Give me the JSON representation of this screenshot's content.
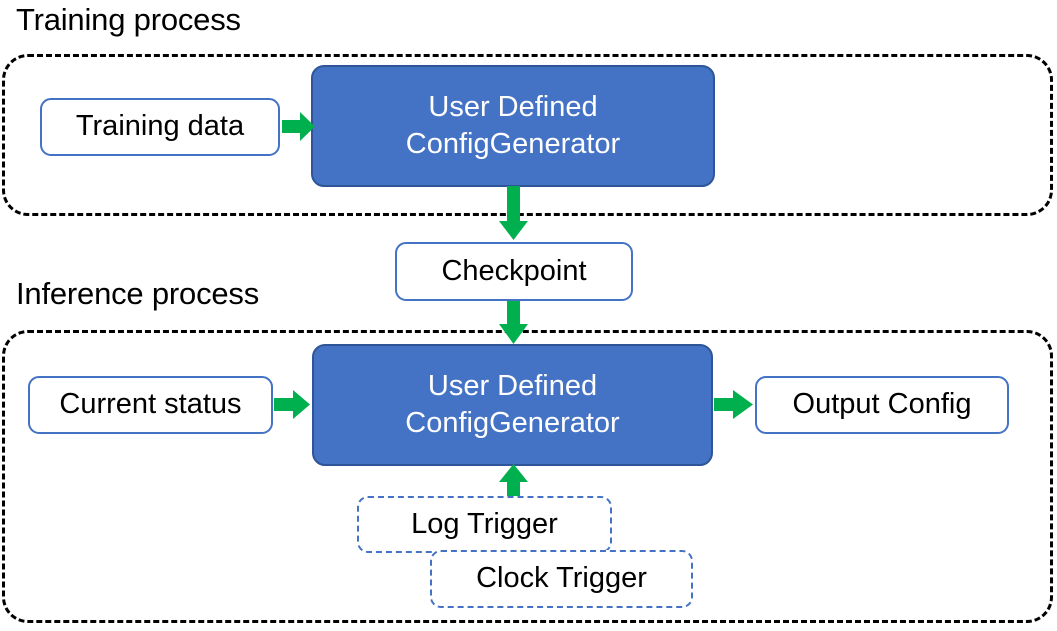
{
  "diagram": {
    "title_training": "Training process",
    "title_inference": "Inference process",
    "colors": {
      "process_fill": "#4472C4",
      "process_border": "#2E5597",
      "data_border": "#4472C4",
      "arrow_green": "#00B04F",
      "group_border": "#000000",
      "process_text": "#FFFFFF",
      "body_text": "#000000",
      "background": "#FFFFFF"
    }
  },
  "training": {
    "input_box": "Training data",
    "process_line1": "User Defined",
    "process_line2": "ConfigGenerator"
  },
  "checkpoint": {
    "label": "Checkpoint"
  },
  "inference": {
    "input_box": "Current status",
    "process_line1": "User Defined",
    "process_line2": "ConfigGenerator",
    "output_box": "Output Config",
    "triggers": [
      {
        "label": "Log Trigger"
      },
      {
        "label": "Clock Trigger"
      }
    ]
  },
  "edges": [
    {
      "name": "training-data-to-generator",
      "from": "Training data",
      "to": "User Defined ConfigGenerator",
      "direction": "right"
    },
    {
      "name": "training-generator-to-checkpoint",
      "from": "User Defined ConfigGenerator",
      "to": "Checkpoint",
      "direction": "down"
    },
    {
      "name": "checkpoint-to-inference-generator",
      "from": "Checkpoint",
      "to": "User Defined ConfigGenerator",
      "direction": "down"
    },
    {
      "name": "current-status-to-generator",
      "from": "Current status",
      "to": "User Defined ConfigGenerator",
      "direction": "right"
    },
    {
      "name": "generator-to-output-config",
      "from": "User Defined ConfigGenerator",
      "to": "Output Config",
      "direction": "right"
    },
    {
      "name": "trigger-to-generator",
      "from": "Log Trigger",
      "to": "User Defined ConfigGenerator",
      "direction": "up"
    }
  ]
}
